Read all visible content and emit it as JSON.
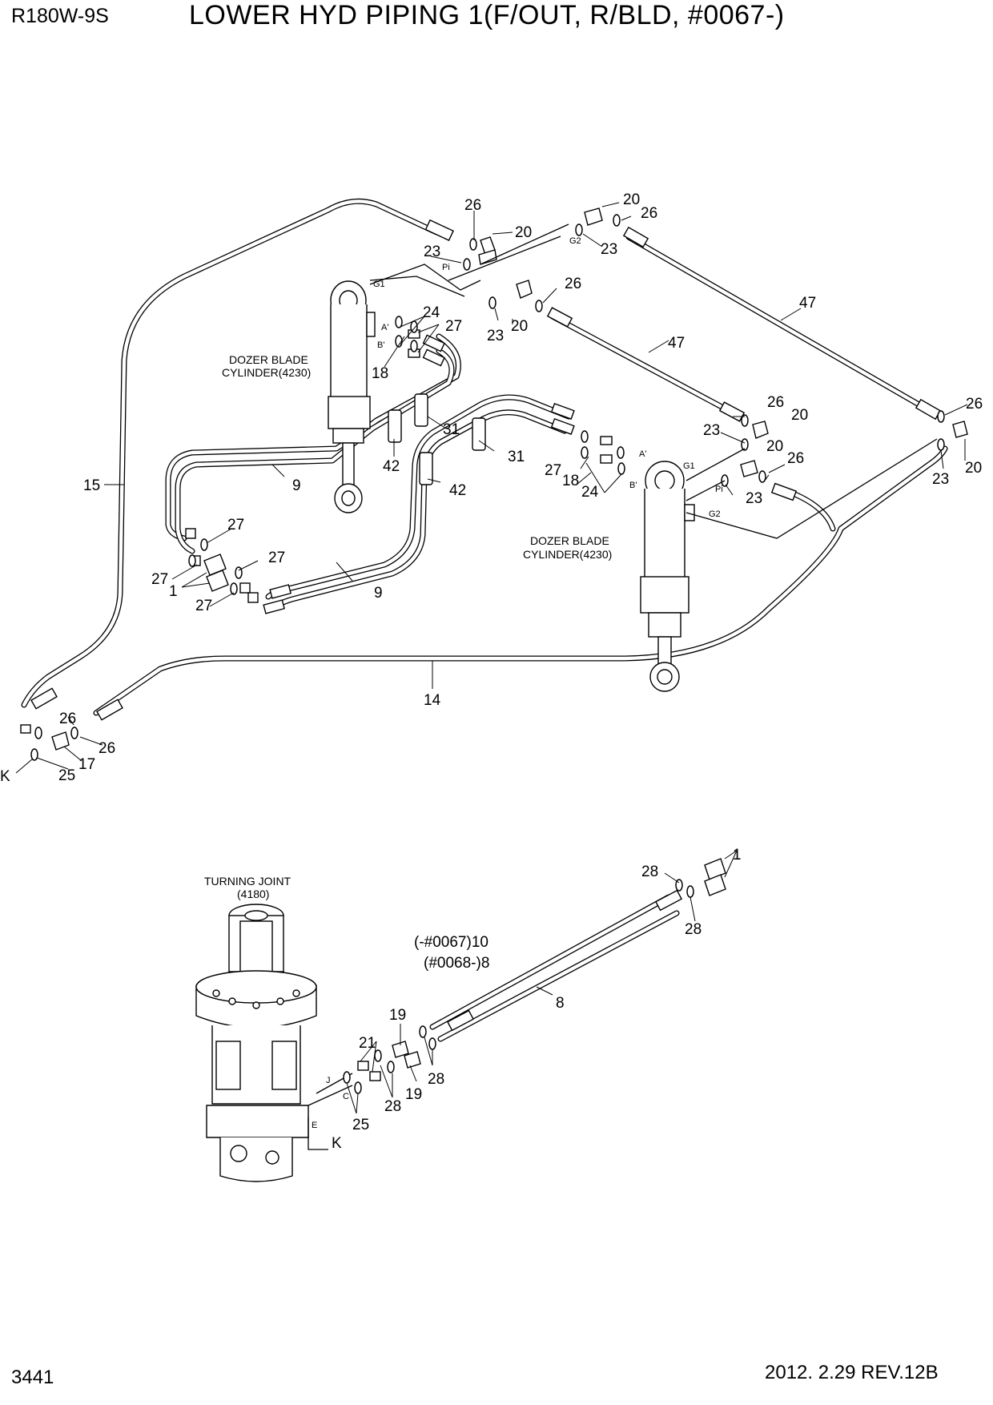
{
  "header": {
    "model": "R180W-9S",
    "title": "LOWER HYD PIPING 1(F/OUT, R/BLD, #0067-)"
  },
  "footer": {
    "page_number": "3441",
    "revision": "2012. 2.29  REV.12B"
  },
  "components": {
    "cyl_left": [
      "DOZER BLADE",
      "CYLINDER(4230)"
    ],
    "cyl_right": [
      "DOZER BLADE",
      "CYLINDER(4230)"
    ],
    "turning_joint": [
      "TURNING JOINT",
      "(4180)"
    ]
  },
  "port_labels": {
    "g1_left": "G1",
    "a_left": "A'",
    "b_left": "B'",
    "pi_top": "Pi",
    "g2_top": "G2",
    "a_right": "A'",
    "b_right": "B'",
    "g1_right": "G1",
    "pi_right": "Pi",
    "g2_right": "G2",
    "j": "J",
    "c": "C",
    "e": "E"
  },
  "callouts": {
    "c26_a": "26",
    "c20_a": "20",
    "c23_a": "23",
    "c20_b": "20",
    "c26_b": "26",
    "c23_b": "23",
    "c26_c": "26",
    "c20_c": "20",
    "c23_c": "23",
    "c47_a": "47",
    "c47_b": "47",
    "c24_a": "24",
    "c27_a": "27",
    "c18_a": "18",
    "c31_a": "31",
    "c42_a": "42",
    "c9_a": "9",
    "c26_d": "26",
    "c20_d": "20",
    "c23_d": "23",
    "c20_e": "20",
    "c26_e": "26",
    "c20_f": "20",
    "c23_e": "23",
    "c31_b": "31",
    "c27_b": "27",
    "c18_b": "18",
    "c24_b": "24",
    "c42_b": "42",
    "c26_f": "26",
    "c23_f": "23",
    "c15": "15",
    "c27_c": "27",
    "c27_d": "27",
    "c27_e": "27",
    "c1_a": "1",
    "c27_f": "27",
    "c9_b": "9",
    "c14": "14",
    "c26_g": "26",
    "c26_h": "26",
    "c17": "17",
    "c25_a": "25",
    "k_a": "K",
    "c28_a": "28",
    "c1_b": "1",
    "c28_b": "28",
    "c10": "(-#0067)10",
    "c8_a": "(#0068-)8",
    "c8_b": "8",
    "c19_a": "19",
    "c21": "21",
    "c28_c": "28",
    "c28_d": "28",
    "c19_b": "19",
    "c25_b": "25",
    "k_b": "K"
  }
}
